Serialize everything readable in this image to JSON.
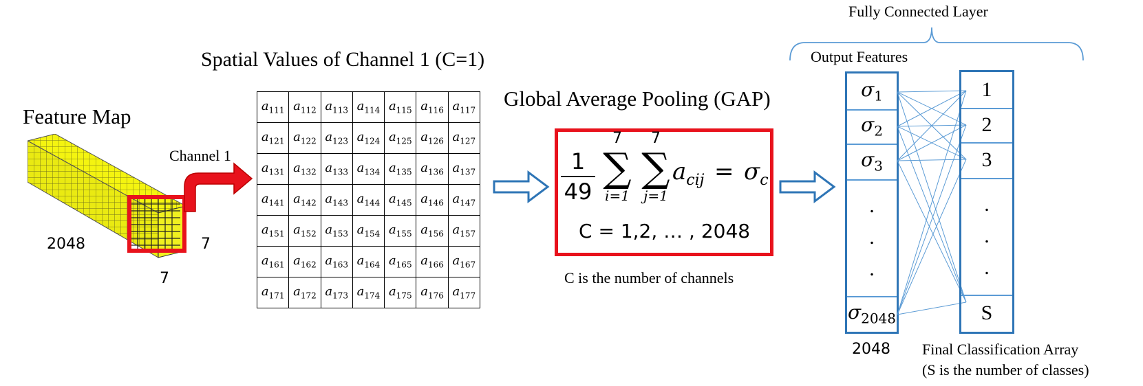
{
  "labels": {
    "feature_map": "Feature Map",
    "channel_1": "Channel 1",
    "dim_depth": "2048",
    "dim_height": "7",
    "dim_width": "7",
    "spatial_title": "Spatial Values of Channel 1 (C=1)",
    "gap_title": "Global Average Pooling (GAP)",
    "gap_caption": "C is the number of channels",
    "fc_title": "Fully Connected Layer",
    "output_features": "Output Features",
    "output_count": "2048",
    "final_title": "Final Classification Array",
    "final_subtitle": "(S is the number of classes)"
  },
  "grid": {
    "rows": [
      [
        "111",
        "112",
        "113",
        "114",
        "115",
        "116",
        "117"
      ],
      [
        "121",
        "122",
        "123",
        "124",
        "125",
        "126",
        "127"
      ],
      [
        "131",
        "132",
        "133",
        "134",
        "135",
        "136",
        "137"
      ],
      [
        "141",
        "142",
        "143",
        "144",
        "145",
        "146",
        "147"
      ],
      [
        "151",
        "152",
        "153",
        "154",
        "155",
        "156",
        "157"
      ],
      [
        "161",
        "162",
        "163",
        "164",
        "165",
        "166",
        "167"
      ],
      [
        "171",
        "172",
        "173",
        "174",
        "175",
        "176",
        "177"
      ]
    ],
    "symbol": "a"
  },
  "formula": {
    "frac_num": "1",
    "frac_den": "49",
    "sum1_top": "7",
    "sum1_bottom": "i=1",
    "sum2_top": "7",
    "sum2_bottom": "j=1",
    "term": "a",
    "term_sub": "cij",
    "equals": "=",
    "result": "σ",
    "result_sub": "c",
    "range": "C = 1,2, … , 2048"
  },
  "output_features": [
    {
      "sym": "σ",
      "sub": "1"
    },
    {
      "sym": "σ",
      "sub": "2"
    },
    {
      "sym": "σ",
      "sub": "3"
    },
    {
      "sym": "σ",
      "sub": "2048"
    }
  ],
  "classes": [
    "1",
    "2",
    "3",
    "S"
  ],
  "dots": [
    ".",
    ".",
    "."
  ],
  "colors": {
    "feature_yellow": "#f2f21a",
    "highlight_red": "#e8121c",
    "arrow_red": "#e8121c",
    "blue": "#2e75b6",
    "light_blue": "#5b9bd5"
  }
}
